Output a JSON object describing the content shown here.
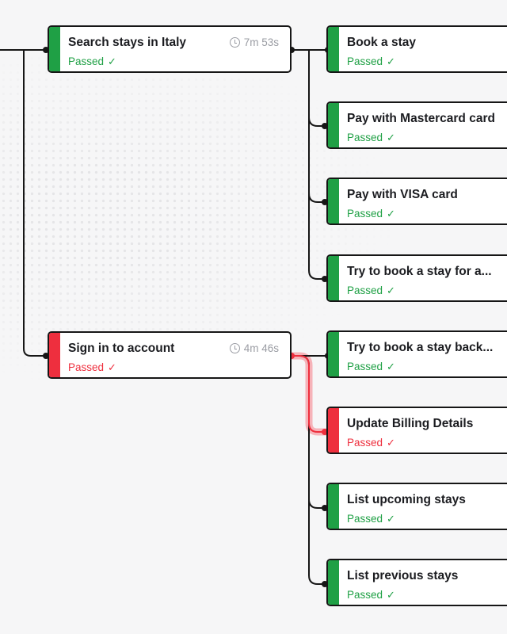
{
  "nodes": {
    "search": {
      "title": "Search stays in Italy",
      "status": "Passed",
      "duration": "7m 53s"
    },
    "signin": {
      "title": "Sign in to account",
      "status": "Passed",
      "duration": "4m 46s"
    },
    "book": {
      "title": "Book a stay",
      "status": "Passed"
    },
    "mastercard": {
      "title": "Pay with Mastercard card",
      "status": "Passed"
    },
    "visa": {
      "title": "Pay with VISA card",
      "status": "Passed"
    },
    "try_for": {
      "title": "Try to book a stay for a...",
      "status": "Passed"
    },
    "try_back": {
      "title": "Try to book a stay back...",
      "status": "Passed"
    },
    "billing": {
      "title": "Update Billing Details",
      "status": "Passed"
    },
    "upcoming": {
      "title": "List upcoming stays",
      "status": "Passed"
    },
    "previous": {
      "title": "List previous stays",
      "status": "Passed"
    }
  },
  "colors": {
    "pass": "#1fa045",
    "fail": "#ee2f3e",
    "highlight": "#f6a3a9"
  },
  "icons": {
    "check": "check-icon",
    "clock": "clock-icon"
  }
}
